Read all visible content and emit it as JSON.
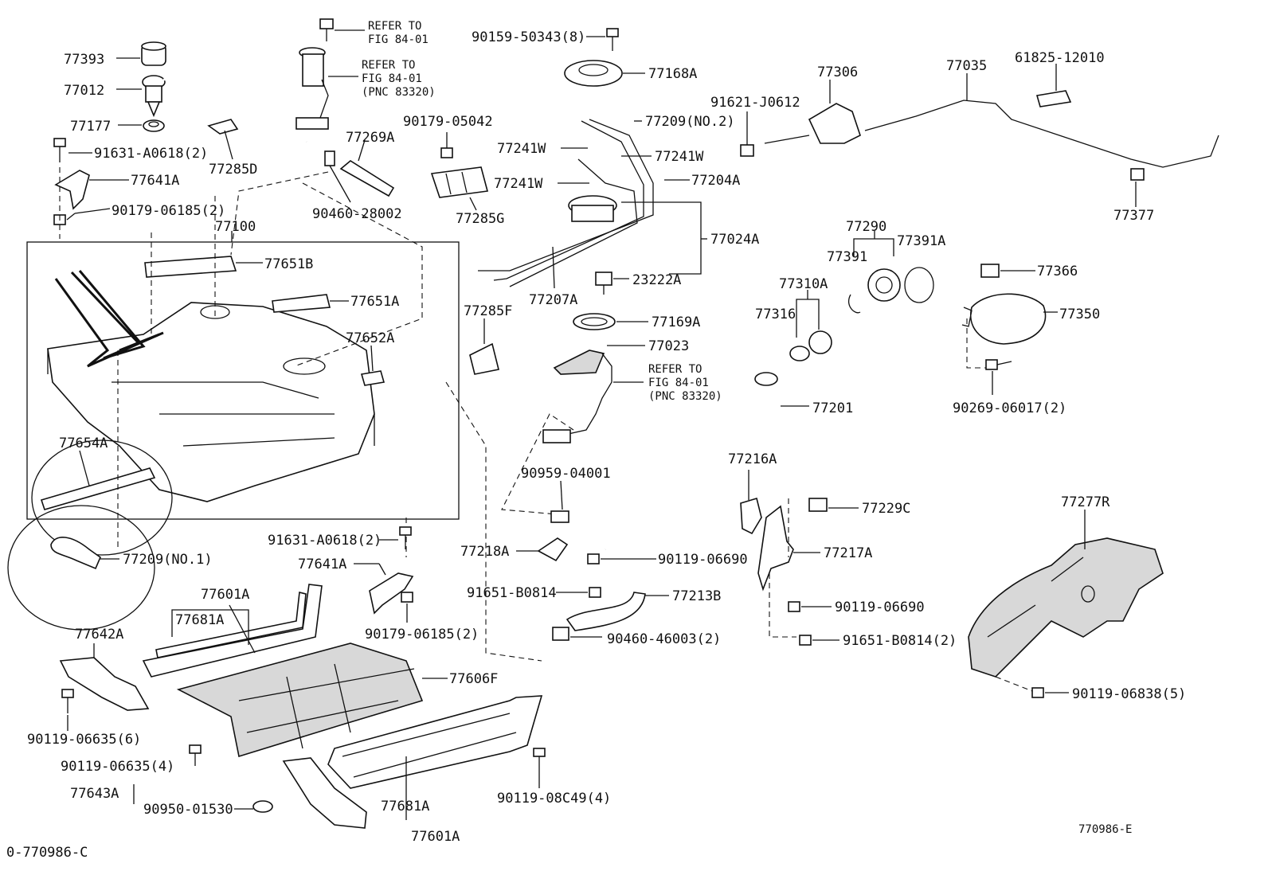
{
  "diagram_code_left": "0-770986-C",
  "diagram_code_right": "770986-E",
  "refer_notes": {
    "top": {
      "line1": "REFER TO",
      "line2": "FIG 84-01"
    },
    "pump": {
      "line1": "REFER TO",
      "line2": "FIG 84-01",
      "line3": "(PNC 83320)"
    },
    "gauge": {
      "line1": "REFER TO",
      "line2": "FIG 84-01",
      "line3": "(PNC 83320)"
    }
  },
  "labels": {
    "p77393": "77393",
    "p77012": "77012",
    "p77177": "77177",
    "p91631a": "91631-A0618(2)",
    "p77641a_top": "77641A",
    "p90179a": "90179-06185(2)",
    "p77285d": "77285D",
    "p77100": "77100",
    "p77651b": "77651B",
    "p77651a": "77651A",
    "p77652a": "77652A",
    "p77654a": "77654A",
    "p77209no1": "77209(NO.1)",
    "p77601a_left": "77601A",
    "p77681a_left": "77681A",
    "p77642a": "77642A",
    "p90119_06635_6": "90119-06635(6)",
    "p90119_06635_4": "90119-06635(4)",
    "p77643a": "77643A",
    "p90950": "90950-01530",
    "p77606f": "77606F",
    "p77681a_bottom": "77681A",
    "p77601a_bottom": "77601A",
    "p90119_08c49": "90119-08C49(4)",
    "p91631b": "91631-A0618(2)",
    "p77641a_mid": "77641A",
    "p90179b": "90179-06185(2)",
    "p90159": "90159-50343(8)",
    "p77168a": "77168A",
    "p90179_05042": "90179-05042",
    "p77269a": "77269A",
    "p90460_28002": "90460-28002",
    "p77285g": "77285G",
    "p77209no2": "77209(NO.2)",
    "p77241w_1": "77241W",
    "p77241w_2": "77241W",
    "p77241w_3": "77241W",
    "p77204a": "77204A",
    "p77024a": "77024A",
    "p23222a": "23222A",
    "p77207a": "77207A",
    "p77285f": "77285F",
    "p77169a": "77169A",
    "p77023": "77023",
    "p90959": "90959-04001",
    "p77218a": "77218A",
    "p90119_06690_a": "90119-06690",
    "p91651_b0814_a": "91651-B0814",
    "p77213b": "77213B",
    "p90460_46003": "90460-46003(2)",
    "p77201": "77201",
    "p77216a": "77216A",
    "p77229c": "77229C",
    "p77217a": "77217A",
    "p90119_06690_b": "90119-06690",
    "p91651_b0814_b": "91651-B0814(2)",
    "p91621": "91621-J0612",
    "p77306": "77306",
    "p77035": "77035",
    "p61825": "61825-12010",
    "p77377": "77377",
    "p77290": "77290",
    "p77391": "77391",
    "p77391a": "77391A",
    "p77310a": "77310A",
    "p77316": "77316",
    "p77366": "77366",
    "p77350": "77350",
    "p90269": "90269-06017(2)",
    "p77277r": "77277R",
    "p90119_06838": "90119-06838(5)"
  }
}
